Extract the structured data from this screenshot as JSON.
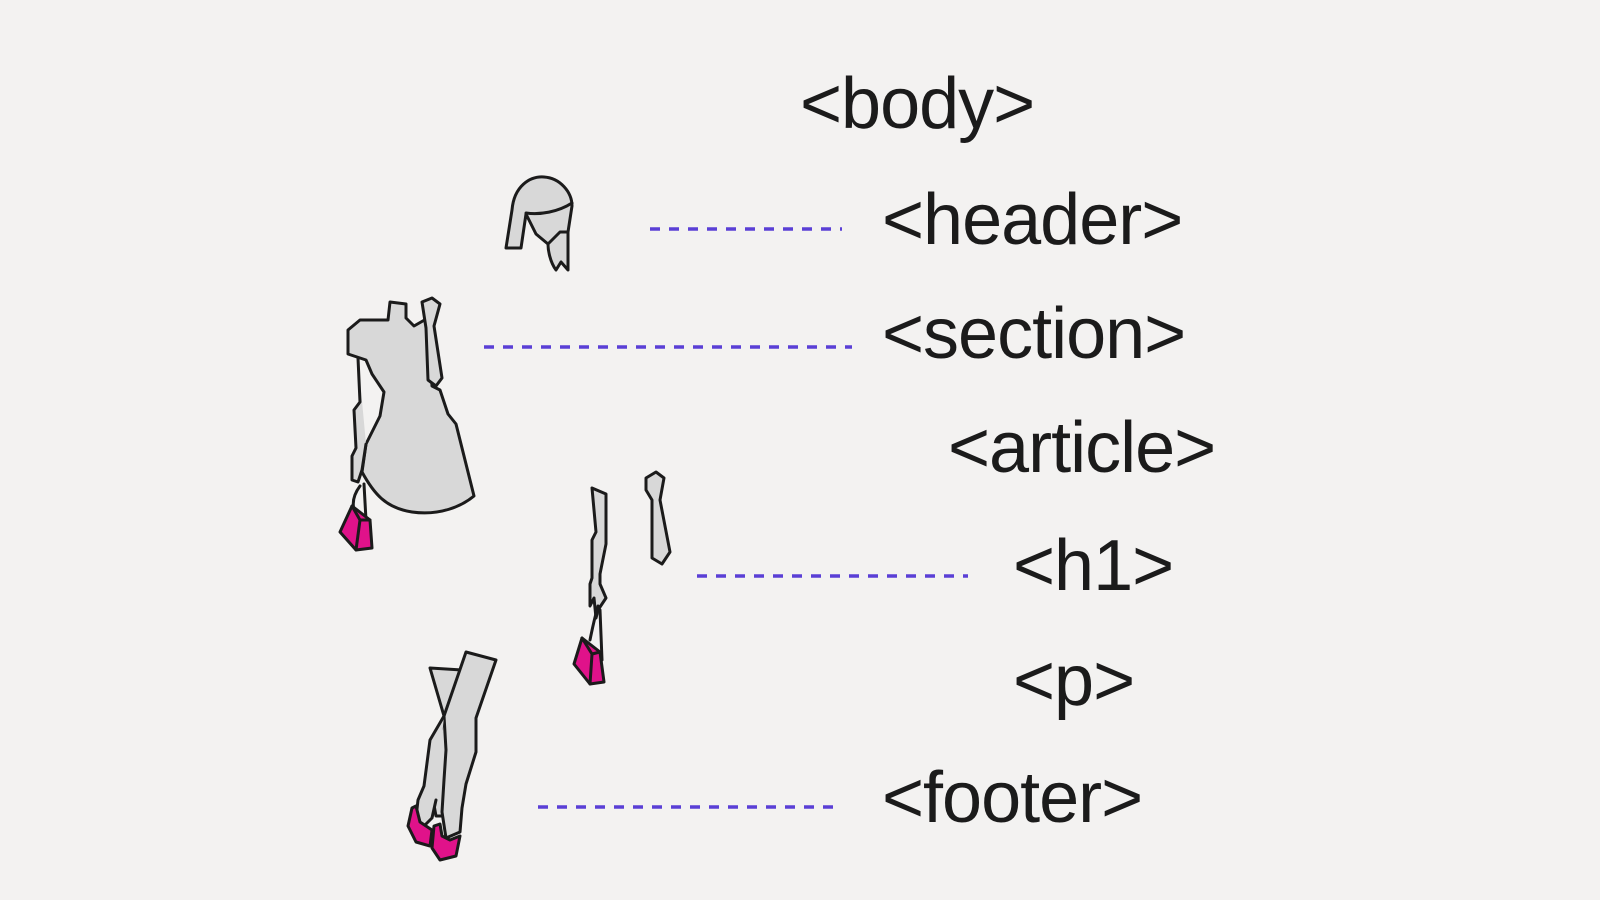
{
  "tags": {
    "body": "<body>",
    "header": "<header>",
    "section": "<section>",
    "article": "<article>",
    "h1": "<h1>",
    "p": "<p>",
    "footer": "<footer>"
  },
  "colors": {
    "background": "#f3f2f1",
    "text": "#1b1b1b",
    "connector": "#5a3fd6",
    "figure_fill": "#d8d8d8",
    "outline": "#1b1b1b",
    "accent": "#e0128a"
  },
  "icons": [
    "head-icon",
    "dress-icon",
    "handbag-icon",
    "arm-icon",
    "legs-icon",
    "shoe-icon"
  ]
}
